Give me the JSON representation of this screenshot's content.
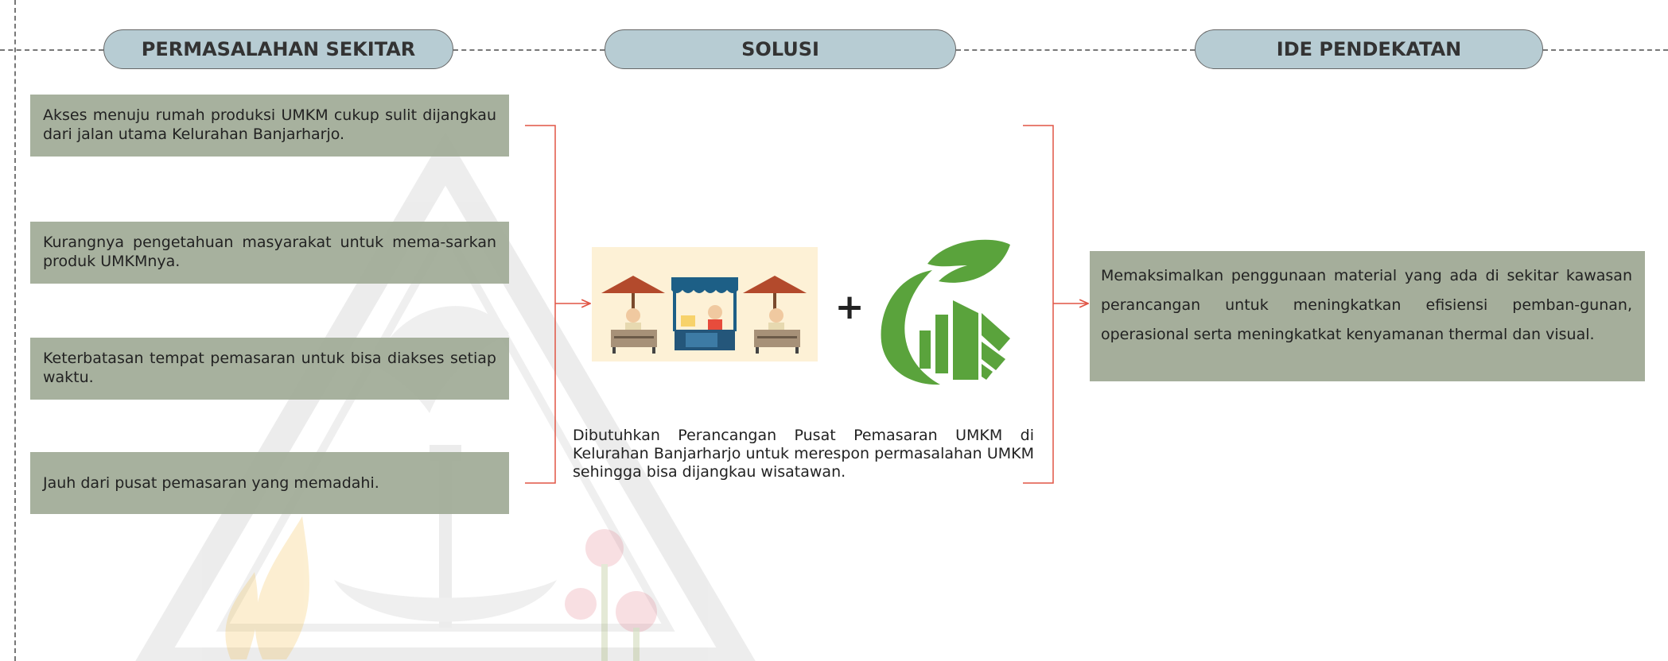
{
  "headers": {
    "problems": "PERMASALAHAN SEKITAR",
    "solution": "SOLUSI",
    "approach": "IDE PENDEKATAN"
  },
  "problems": [
    "Akses menuju rumah produksi UMKM cukup sulit dijangkau dari jalan utama Kelurahan Banjarharjo.",
    "Kurangnya pengetahuan masyarakat untuk mema-sarkan produk UMKMnya.",
    "Keterbatasan tempat pemasaran untuk bisa diakses setiap waktu.",
    "Jauh dari pusat pemasaran yang memadahi."
  ],
  "solution": {
    "plus": "+",
    "text": "Dibutuhkan Perancangan Pusat Pemasaran UMKM di Kelurahan Banjarharjo untuk merespon permasalahan UMKM sehingga bisa dijangkau wisatawan.",
    "icons": [
      "market-stalls-icon",
      "green-building-icon"
    ]
  },
  "approach": {
    "text": "Memaksimalkan penggunaan material yang ada di sekitar kawasan perancangan untuk meningkatkan efisiensi pemban-gunan, operasional serta meningkatkat kenyamanan thermal dan visual."
  },
  "colors": {
    "pill": "#b7ccd3",
    "box": "#a0aa96",
    "connector": "#e05545",
    "leaf_green": "#5aa33c"
  }
}
